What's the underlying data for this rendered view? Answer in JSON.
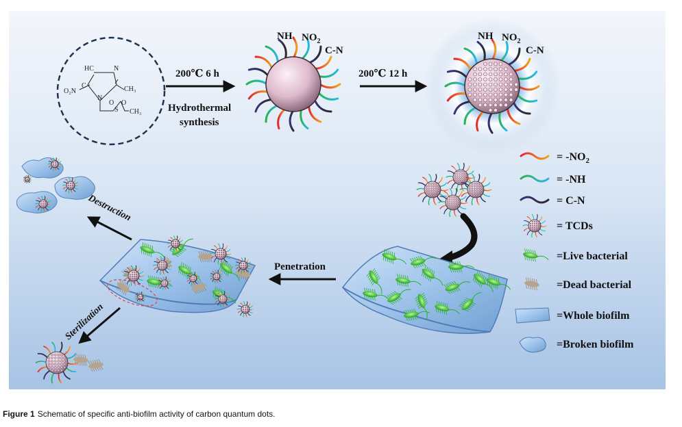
{
  "molecule": {
    "atoms": [
      "HC",
      "N",
      "O₂N",
      "C",
      "N",
      "CH₃",
      "S",
      "O",
      "O",
      "CH₃"
    ]
  },
  "step1": {
    "condition": "200℃ 6 h",
    "method_line1": "Hydrothermal",
    "method_line2": "synthesis"
  },
  "step2": {
    "condition": "200℃ 12 h"
  },
  "particle_labels": {
    "nh": "NH",
    "no2": "NO",
    "no2_sub": "2",
    "cn": "C-N"
  },
  "process": {
    "destruction": "Destruction",
    "penetration": "Penetration",
    "sterilization": "Sterilization"
  },
  "legend": {
    "items": [
      {
        "text": "= -NO",
        "sub": "2",
        "icon": "no2-chain-icon"
      },
      {
        "text": "= -NH",
        "sub": "",
        "icon": "nh-chain-icon"
      },
      {
        "text": "= C-N",
        "sub": "",
        "icon": "cn-chain-icon"
      },
      {
        "text": "=    TCDs",
        "sub": "",
        "icon": "tcd-particle-icon"
      },
      {
        "text": "=Live bacterial",
        "sub": "",
        "icon": "live-bacteria-icon"
      },
      {
        "text": "=Dead bacterial",
        "sub": "",
        "icon": "dead-bacteria-icon"
      },
      {
        "text": "=Whole biofilm",
        "sub": "",
        "icon": "whole-biofilm-icon"
      },
      {
        "text": "=Broken biofilm",
        "sub": "",
        "icon": "broken-biofilm-icon"
      }
    ]
  },
  "colors": {
    "panel_top": "#f3f6fb",
    "panel_bottom": "#a9c5e6",
    "sphere": "#e4c4d4",
    "no2_chain": [
      "#e2262f",
      "#f5a21b"
    ],
    "nh_chain": [
      "#29b34a",
      "#25b8e6"
    ],
    "cn_chain": [
      "#3a2f7c",
      "#2a2a2a"
    ],
    "biofilm": "#9ec3ea",
    "live_bacteria": "#39d23a"
  },
  "caption": {
    "label": "Figure 1",
    "text": "Schematic of specific anti-biofilm activity of carbon quantum dots."
  }
}
